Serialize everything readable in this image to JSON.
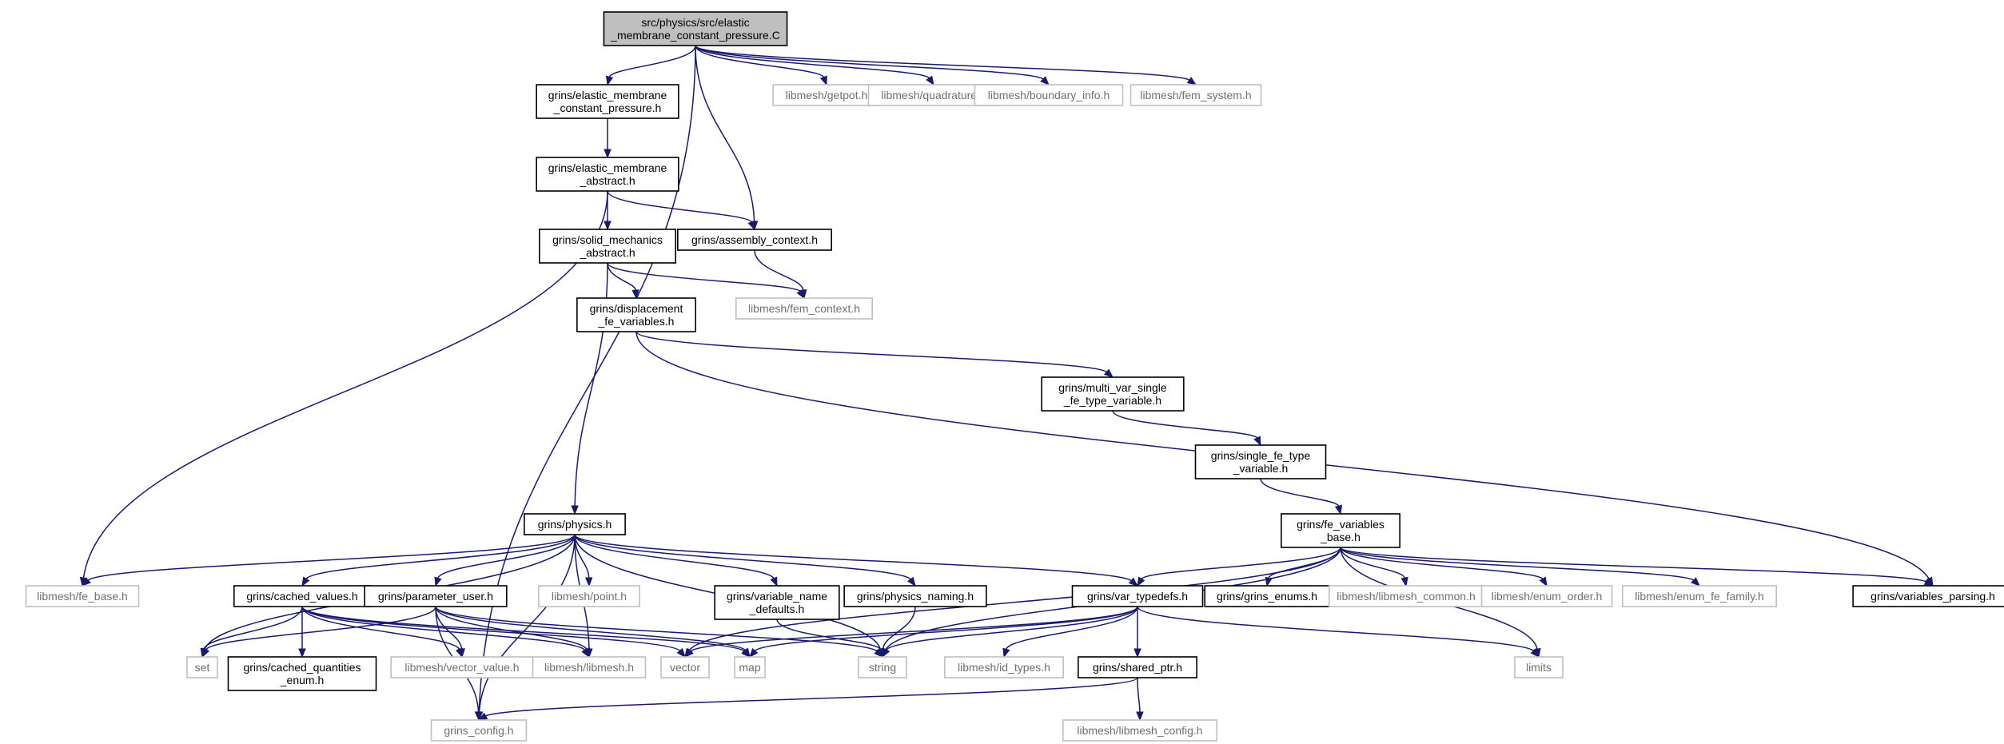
{
  "graph": {
    "nodes": [
      {
        "id": "root",
        "kind": "root",
        "lines": [
          "src/physics/src/elastic",
          "_membrane_constant_pressure.C"
        ]
      },
      {
        "id": "emcp",
        "kind": "local",
        "lines": [
          "grins/elastic_membrane",
          "_constant_pressure.h"
        ]
      },
      {
        "id": "getpot",
        "kind": "ext",
        "lines": [
          "libmesh/getpot.h"
        ]
      },
      {
        "id": "quadrature",
        "kind": "ext",
        "lines": [
          "libmesh/quadrature.h"
        ]
      },
      {
        "id": "boundary_info",
        "kind": "ext",
        "lines": [
          "libmesh/boundary_info.h"
        ]
      },
      {
        "id": "fem_system",
        "kind": "ext",
        "lines": [
          "libmesh/fem_system.h"
        ]
      },
      {
        "id": "ema",
        "kind": "local",
        "lines": [
          "grins/elastic_membrane",
          "_abstract.h"
        ]
      },
      {
        "id": "sma",
        "kind": "local",
        "lines": [
          "grins/solid_mechanics",
          "_abstract.h"
        ]
      },
      {
        "id": "assembly",
        "kind": "local",
        "lines": [
          "grins/assembly_context.h"
        ]
      },
      {
        "id": "fem_context",
        "kind": "ext",
        "lines": [
          "libmesh/fem_context.h"
        ]
      },
      {
        "id": "dfv",
        "kind": "local",
        "lines": [
          "grins/displacement",
          "_fe_variables.h"
        ]
      },
      {
        "id": "mvsf",
        "kind": "local",
        "lines": [
          "grins/multi_var_single",
          "_fe_type_variable.h"
        ]
      },
      {
        "id": "sft",
        "kind": "local",
        "lines": [
          "grins/single_fe_type",
          "_variable.h"
        ]
      },
      {
        "id": "fvb",
        "kind": "local",
        "lines": [
          "grins/fe_variables",
          "_base.h"
        ]
      },
      {
        "id": "physics",
        "kind": "local",
        "lines": [
          "grins/physics.h"
        ]
      },
      {
        "id": "fe_base",
        "kind": "ext",
        "lines": [
          "libmesh/fe_base.h"
        ]
      },
      {
        "id": "cached_values",
        "kind": "local",
        "lines": [
          "grins/cached_values.h"
        ]
      },
      {
        "id": "parameter_user",
        "kind": "local",
        "lines": [
          "grins/parameter_user.h"
        ]
      },
      {
        "id": "point",
        "kind": "ext",
        "lines": [
          "libmesh/point.h"
        ]
      },
      {
        "id": "vnd",
        "kind": "local",
        "lines": [
          "grins/variable_name",
          "_defaults.h"
        ]
      },
      {
        "id": "physics_naming",
        "kind": "local",
        "lines": [
          "grins/physics_naming.h"
        ]
      },
      {
        "id": "var_typedefs",
        "kind": "local",
        "lines": [
          "grins/var_typedefs.h"
        ]
      },
      {
        "id": "grins_enums",
        "kind": "local",
        "lines": [
          "grins/grins_enums.h"
        ]
      },
      {
        "id": "libmesh_common",
        "kind": "ext",
        "lines": [
          "libmesh/libmesh_common.h"
        ]
      },
      {
        "id": "enum_order",
        "kind": "ext",
        "lines": [
          "libmesh/enum_order.h"
        ]
      },
      {
        "id": "enum_fe_family",
        "kind": "ext",
        "lines": [
          "libmesh/enum_fe_family.h"
        ]
      },
      {
        "id": "variables_parsing",
        "kind": "local",
        "lines": [
          "grins/variables_parsing.h"
        ]
      },
      {
        "id": "set",
        "kind": "ext",
        "lines": [
          "set"
        ]
      },
      {
        "id": "cqe",
        "kind": "local",
        "lines": [
          "grins/cached_quantities",
          "_enum.h"
        ]
      },
      {
        "id": "vector_value",
        "kind": "ext",
        "lines": [
          "libmesh/vector_value.h"
        ]
      },
      {
        "id": "libmesh",
        "kind": "ext",
        "lines": [
          "libmesh/libmesh.h"
        ]
      },
      {
        "id": "vector",
        "kind": "ext",
        "lines": [
          "vector"
        ]
      },
      {
        "id": "map",
        "kind": "ext",
        "lines": [
          "map"
        ]
      },
      {
        "id": "string",
        "kind": "ext",
        "lines": [
          "string"
        ]
      },
      {
        "id": "id_types",
        "kind": "ext",
        "lines": [
          "libmesh/id_types.h"
        ]
      },
      {
        "id": "shared_ptr",
        "kind": "local",
        "lines": [
          "grins/shared_ptr.h"
        ]
      },
      {
        "id": "limits",
        "kind": "ext",
        "lines": [
          "limits"
        ]
      },
      {
        "id": "grins_config",
        "kind": "ext",
        "lines": [
          "grins_config.h"
        ]
      },
      {
        "id": "libmesh_config",
        "kind": "ext",
        "lines": [
          "libmesh/libmesh_config.h"
        ]
      }
    ],
    "edges": [
      [
        "root",
        "emcp"
      ],
      [
        "root",
        "getpot"
      ],
      [
        "root",
        "quadrature"
      ],
      [
        "root",
        "boundary_info"
      ],
      [
        "root",
        "fem_system"
      ],
      [
        "root",
        "assembly"
      ],
      [
        "root",
        "grins_config"
      ],
      [
        "emcp",
        "ema"
      ],
      [
        "ema",
        "sma"
      ],
      [
        "ema",
        "assembly"
      ],
      [
        "ema",
        "fe_base"
      ],
      [
        "sma",
        "dfv"
      ],
      [
        "sma",
        "fem_context"
      ],
      [
        "sma",
        "physics"
      ],
      [
        "assembly",
        "fem_context"
      ],
      [
        "dfv",
        "mvsf"
      ],
      [
        "dfv",
        "variables_parsing"
      ],
      [
        "mvsf",
        "sft"
      ],
      [
        "sft",
        "fvb"
      ],
      [
        "fvb",
        "var_typedefs"
      ],
      [
        "fvb",
        "grins_enums"
      ],
      [
        "fvb",
        "libmesh_common"
      ],
      [
        "fvb",
        "enum_order"
      ],
      [
        "fvb",
        "enum_fe_family"
      ],
      [
        "fvb",
        "variables_parsing"
      ],
      [
        "fvb",
        "vector"
      ],
      [
        "fvb",
        "string"
      ],
      [
        "fvb",
        "limits"
      ],
      [
        "physics",
        "fe_base"
      ],
      [
        "physics",
        "set"
      ],
      [
        "physics",
        "cached_values"
      ],
      [
        "physics",
        "parameter_user"
      ],
      [
        "physics",
        "point"
      ],
      [
        "physics",
        "vnd"
      ],
      [
        "physics",
        "physics_naming"
      ],
      [
        "physics",
        "var_typedefs"
      ],
      [
        "physics",
        "libmesh"
      ],
      [
        "physics",
        "string"
      ],
      [
        "physics",
        "grins_config"
      ],
      [
        "cached_values",
        "set"
      ],
      [
        "cached_values",
        "cqe"
      ],
      [
        "cached_values",
        "vector_value"
      ],
      [
        "cached_values",
        "libmesh"
      ],
      [
        "cached_values",
        "vector"
      ],
      [
        "cached_values",
        "map"
      ],
      [
        "parameter_user",
        "set"
      ],
      [
        "parameter_user",
        "vector_value"
      ],
      [
        "parameter_user",
        "libmesh"
      ],
      [
        "parameter_user",
        "map"
      ],
      [
        "parameter_user",
        "string"
      ],
      [
        "parameter_user",
        "grins_config"
      ],
      [
        "vnd",
        "string"
      ],
      [
        "physics_naming",
        "string"
      ],
      [
        "var_typedefs",
        "vector"
      ],
      [
        "var_typedefs",
        "map"
      ],
      [
        "var_typedefs",
        "string"
      ],
      [
        "var_typedefs",
        "id_types"
      ],
      [
        "var_typedefs",
        "shared_ptr"
      ],
      [
        "var_typedefs",
        "limits"
      ],
      [
        "shared_ptr",
        "grins_config"
      ],
      [
        "shared_ptr",
        "libmesh_config"
      ]
    ]
  }
}
